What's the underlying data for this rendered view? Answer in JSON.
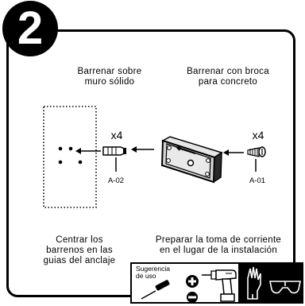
{
  "step": {
    "number": "2"
  },
  "drill_wall": {
    "text": "Barrenar sobre\nmuro sólido"
  },
  "drill_concrete": {
    "text": "Barrenar con broca\npara concreto"
  },
  "anchor": {
    "qty": "x4",
    "code": "A-02"
  },
  "screw": {
    "qty": "x4",
    "code": "A-01"
  },
  "center_holes": {
    "text": "Centrar los\nbarrenos en las\nguias del anclaje"
  },
  "prepare_outlet": {
    "text": "Preparar la toma de corriente\nen el lugar de la instalación"
  },
  "tip": {
    "label": "Sugerencia\nde uso"
  }
}
